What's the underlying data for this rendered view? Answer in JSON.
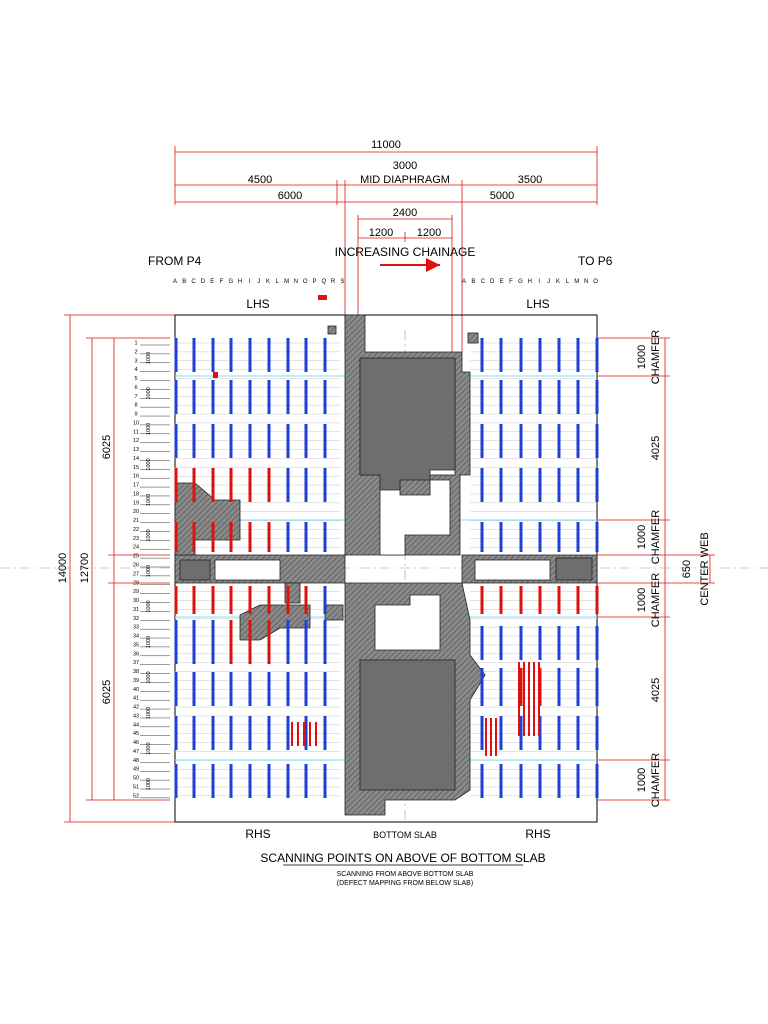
{
  "title": "SCANNING POINTS ON ABOVE OF BOTTOM SLAB",
  "subtitle_1": "SCANNING FROM ABOVE BOTTOM SLAB",
  "subtitle_2": "(DEFECT MAPPING FROM BELOW SLAB)",
  "from_label": "FROM P4",
  "to_label": "TO P6",
  "chainage_label": "INCREASING CHAINAGE",
  "mid_diaphragm_label": "MID DIAPHRAGM",
  "lhs_label": "LHS",
  "rhs_label": "RHS",
  "bottom_slab_label": "BOTTOM SLAB",
  "center_web_label": "CENTER WEB",
  "chamfer_label": "CHAMFER",
  "dimensions": {
    "overall_width": "11000",
    "mid_diaphragm_width": "3000",
    "left_to_diaphragm": "4500",
    "right_of_diaphragm": "3500",
    "left_span": "6000",
    "right_span": "5000",
    "inner_width": "2400",
    "inner_half_left": "1200",
    "inner_half_right": "1200",
    "overall_height": "14000",
    "inner_height": "12700",
    "upper_bay": "6025",
    "lower_bay": "6025",
    "chamfer_top": "1000",
    "bay_top": "4025",
    "chamfer_mid_top": "1000",
    "center_web": "650",
    "chamfer_mid_bottom": "1000",
    "bay_bottom": "4025",
    "chamfer_bottom": "1000"
  },
  "left_columns": [
    "A",
    "B",
    "C",
    "D",
    "E",
    "F",
    "G",
    "H",
    "I",
    "J",
    "K",
    "L",
    "M",
    "N",
    "O",
    "P",
    "Q",
    "R",
    "S"
  ],
  "right_columns": [
    "A",
    "B",
    "C",
    "D",
    "E",
    "F",
    "G",
    "H",
    "I",
    "J",
    "K",
    "L",
    "M",
    "N",
    "O"
  ],
  "row_count": 52,
  "row_spacing_label": "1000",
  "colors": {
    "scan_blue": "#1f3fd6",
    "scan_red": "#e01010",
    "dimension_red": "#e01010",
    "hatch_grey": "#6a6a6a",
    "chamfer_cyan": "#7fe0f0"
  }
}
